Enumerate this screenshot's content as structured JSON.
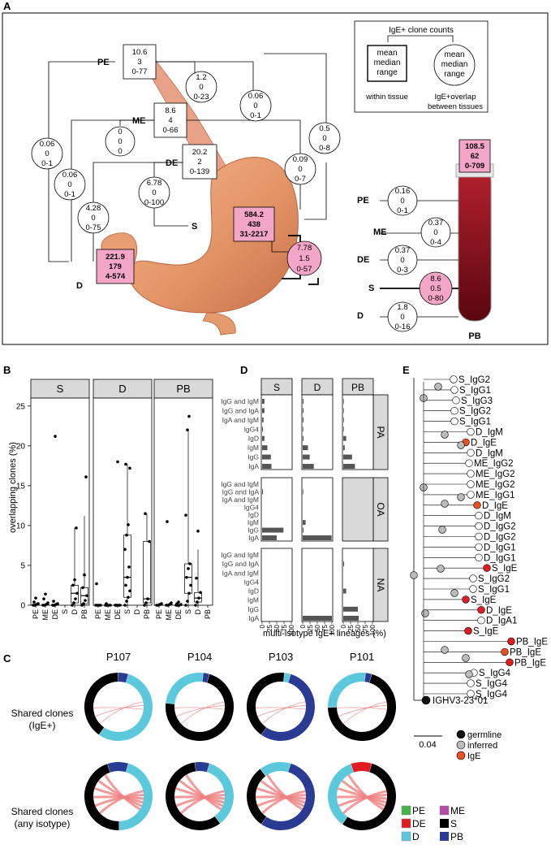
{
  "panels": {
    "A": "A",
    "B": "B",
    "C": "C",
    "D": "D",
    "E": "E"
  },
  "legendA": {
    "title": "IgE+ clone counts",
    "box_lines": [
      "mean",
      "median",
      "range"
    ],
    "circle_lines": [
      "mean",
      "median",
      "range"
    ],
    "within": "within tissue",
    "overlap_lines": [
      "IgE+overlap",
      "between tissues"
    ]
  },
  "tissuesA": {
    "PE": "PE",
    "ME": "ME",
    "DE": "DE",
    "S": "S",
    "D": "D"
  },
  "boxesA": {
    "PE": [
      "10.6",
      "3",
      "0-77"
    ],
    "ME": [
      "8.6",
      "4",
      "0-66"
    ],
    "DE": [
      "20.2",
      "2",
      "0-139"
    ],
    "S": [
      "584.2",
      "438",
      "31-2217"
    ],
    "D": [
      "221.9",
      "179",
      "4-574"
    ],
    "PB": [
      "108.5",
      "62",
      "0-709"
    ]
  },
  "circlesA": {
    "pe_me": [
      "1.2",
      "0",
      "0-23"
    ],
    "pe_de": [
      "0.06",
      "0",
      "0-1"
    ],
    "pe_s": [
      "0.5",
      "0",
      "0-8"
    ],
    "pe_d": [
      "0.06",
      "0",
      "0-1"
    ],
    "me_de": [
      "0",
      "0",
      "0"
    ],
    "me_d": [
      "0.06",
      "0",
      "0-1"
    ],
    "me_s": [
      "0.09",
      "0",
      "0-7"
    ],
    "de_s": [
      "6.78",
      "0",
      "0-100"
    ],
    "de_d": [
      "4.28",
      "0",
      "0-75"
    ],
    "s_d": [
      "7.78",
      "1.5",
      "0-57"
    ],
    "pb_pe": [
      "0.16",
      "0",
      "0-1"
    ],
    "pb_me": [
      "0.37",
      "0",
      "0-4"
    ],
    "pb_de": [
      "0.37",
      "0",
      "0-3"
    ],
    "pb_s": [
      "8.6",
      "0.5",
      "0-80"
    ],
    "pb_d": [
      "1.8",
      "0",
      "0-16"
    ]
  },
  "pbLabel": "PB",
  "colors": {
    "ige_pink": "#f4a6c8",
    "blood": "#7a0d18",
    "stomach": "#e9966b",
    "esophagus": "#d9876a",
    "pb_dark": "#2a3b93",
    "d_cyan": "#5bc8dc",
    "de_red": "#e11b22",
    "pe_green": "#43b548",
    "me_purple": "#b54aa8"
  },
  "panelB": {
    "facets": [
      "S",
      "D",
      "PB"
    ],
    "ylabel": "overlapping clones (%)",
    "yticks": [
      "0",
      "5",
      "10",
      "15",
      "20",
      "25"
    ],
    "xcats": [
      "PE",
      "ME",
      "DE",
      "S",
      "D",
      "PB"
    ]
  },
  "chart_data": [
    {
      "type": "scatter",
      "title": "",
      "ylabel": "overlapping clones (%)",
      "ylim": [
        0,
        26
      ],
      "facets": [
        "S",
        "D",
        "PB"
      ],
      "categories": [
        "PE",
        "ME",
        "DE",
        "S",
        "D",
        "PB"
      ],
      "series": [
        {
          "name": "S",
          "points": [
            {
              "x": "PE",
              "y": [
                0,
                0,
                0.1,
                0.2,
                0.4,
                0.9
              ]
            },
            {
              "x": "ME",
              "y": [
                0,
                0,
                0.1,
                0.3,
                0.8,
                1.4
              ]
            },
            {
              "x": "DE",
              "y": [
                0,
                0,
                0.1,
                0.2,
                0.5,
                21.2
              ]
            },
            {
              "x": "D",
              "y": [
                0,
                0.3,
                0.8,
                1.5,
                2.5,
                3.2,
                9.7
              ]
            },
            {
              "x": "PB",
              "y": [
                0,
                0.2,
                0.6,
                1.2,
                2.2,
                3.8,
                16.1
              ]
            }
          ]
        },
        {
          "name": "D",
          "points": [
            {
              "x": "PE",
              "y": [
                0,
                0,
                0,
                0,
                2.7
              ]
            },
            {
              "x": "ME",
              "y": [
                0,
                0,
                0,
                0,
                0.2
              ]
            },
            {
              "x": "DE",
              "y": [
                0,
                0,
                0,
                0,
                0,
                18
              ]
            },
            {
              "x": "S",
              "y": [
                0,
                0.5,
                1,
                1.8,
                2.5,
                3.5,
                4.8,
                7,
                8.8,
                10.1,
                17.2,
                17.7
              ]
            },
            {
              "x": "PB",
              "y": [
                0,
                0.3,
                0.8,
                8,
                11.5
              ]
            }
          ]
        },
        {
          "name": "PB",
          "points": [
            {
              "x": "PE",
              "y": [
                0,
                0,
                0.1,
                0.2
              ]
            },
            {
              "x": "ME",
              "y": [
                0,
                0,
                0.1,
                0.3,
                10.5
              ]
            },
            {
              "x": "DE",
              "y": [
                0,
                0,
                0,
                0.1,
                0.2,
                0.4
              ]
            },
            {
              "x": "S",
              "y": [
                0,
                0.5,
                1.5,
                2.5,
                3.5,
                4.6,
                5.2,
                11.3,
                22,
                23.7
              ]
            },
            {
              "x": "D",
              "y": [
                0,
                0.4,
                0.9,
                1.6,
                3.4,
                9.3
              ]
            }
          ]
        }
      ]
    },
    {
      "type": "bar",
      "xlabel": "multi-isotype IgE+ lineages (%)",
      "xlim": [
        0,
        100
      ],
      "xticks": [
        "0",
        "25",
        "50",
        "75",
        "100"
      ],
      "facets": [
        "S",
        "D",
        "PB"
      ],
      "rows": [
        "PA",
        "OA",
        "NA"
      ],
      "categories": [
        "IgG and IgM",
        "IgG and IgA",
        "IgA and IgM",
        "IgG4",
        "IgD",
        "IgM",
        "IgG",
        "IgA"
      ],
      "values": {
        "PA": {
          "S": [
            8,
            8,
            5,
            3,
            8,
            18,
            30,
            32
          ],
          "D": [
            3,
            3,
            3,
            2,
            3,
            18,
            24,
            38
          ],
          "PB": [
            2,
            2,
            2,
            2,
            10,
            5,
            30,
            40
          ]
        },
        "OA": {
          "S": [
            0,
            3,
            0,
            0,
            0,
            0,
            73,
            50
          ],
          "D": [
            0,
            2,
            0,
            0,
            0,
            10,
            3,
            99
          ],
          "PB": []
        },
        "NA": {
          "S": [
            0,
            0,
            0,
            0,
            0,
            0,
            0,
            0
          ],
          "D": [
            0,
            0,
            0,
            0,
            0,
            0,
            0,
            100
          ],
          "PB": [
            0,
            3,
            0,
            0,
            10,
            0,
            50,
            53
          ]
        }
      }
    }
  ],
  "panelD": {
    "facets": [
      "S",
      "D",
      "PB"
    ],
    "rows": [
      "PA",
      "OA",
      "NA"
    ],
    "ylabels": [
      "IgG and IgM",
      "IgG and IgA",
      "IgA and IgM",
      "IgG4",
      "IgD",
      "IgM",
      "IgG",
      "IgA"
    ],
    "xticks": [
      "0",
      "25",
      "50",
      "75",
      "100"
    ],
    "xlabel": "multi-isotype IgE+ lineages (%)"
  },
  "panelC": {
    "patients": [
      "P107",
      "P104",
      "P103",
      "P101"
    ],
    "row1_lines": [
      "Shared clones",
      "(IgE+)"
    ],
    "row2_lines": [
      "Shared clones",
      "(any isotype)"
    ],
    "legend": [
      {
        "key": "PE",
        "label": "PE"
      },
      {
        "key": "ME",
        "label": "ME"
      },
      {
        "key": "DE",
        "label": "DE"
      },
      {
        "key": "S",
        "label": "S"
      },
      {
        "key": "D",
        "label": "D"
      },
      {
        "key": "PB",
        "label": "PB"
      }
    ]
  },
  "panelE": {
    "leaves": [
      "S_IgG2",
      "S_IgG1",
      "S_IgG3",
      "S_IgG2",
      "S_IgG1",
      "D_IgM",
      "D_IgE",
      "D_IgM",
      "ME_IgG2",
      "ME_IgG2",
      "ME_IgG2",
      "ME_IgG1",
      "D_IgE",
      "D_IgM",
      "D_IgG2",
      "D_IgG2",
      "D_IgG1",
      "D_IgG1",
      "S_IgE",
      "S_IgG2",
      "S_IgG1",
      "S_IgE",
      "D_IgE",
      "D_IgA1",
      "S_IgE",
      "PB_IgE",
      "PB_IgE",
      "PB_IgE",
      "S_IgG4",
      "S_IgG4",
      "S_IgG4"
    ],
    "root": "IGHV3-23*01",
    "scale": "0.04",
    "legend": [
      "germline",
      "inferred",
      "IgE"
    ]
  }
}
